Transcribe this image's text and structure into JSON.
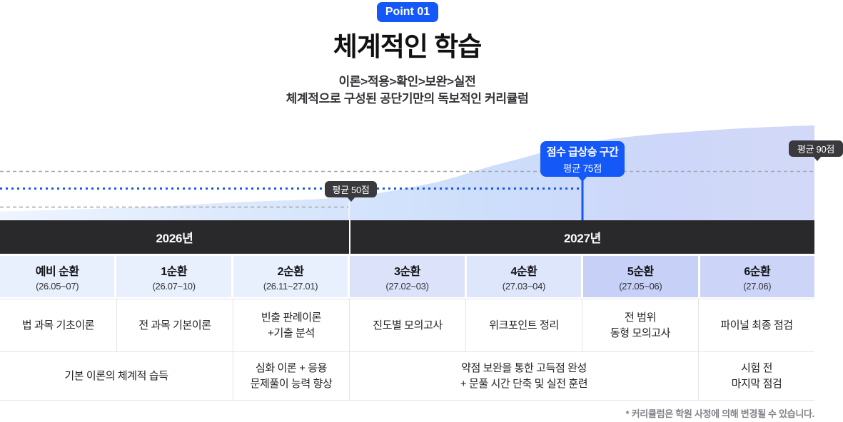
{
  "header": {
    "badge": "Point 01",
    "title": "체계적인 학습",
    "subtitle1": "이론>적용>확인>보완>실전",
    "subtitle2": "체계적으로 구성된 공단기만의 독보적인 커리큘럼"
  },
  "chart": {
    "tooltip_avg50": "평균 50점",
    "tooltip_surge_line1": "점수 급상승 구간",
    "tooltip_surge_line2": "평균 75점",
    "tooltip_avg90": "평균 90점"
  },
  "chart_data": {
    "type": "area",
    "x": [
      "예비 순환",
      "1순환",
      "2순환",
      "3순환",
      "4순환",
      "5순환",
      "6순환"
    ],
    "milestones": [
      {
        "label": "평균 50점",
        "value": 50
      },
      {
        "label": "점수 급상승 구간 평균 75점",
        "value": 75
      },
      {
        "label": "평균 90점",
        "value": 90
      }
    ],
    "legend_position": "none",
    "grid": "dashed reference lines at 50/75/90"
  },
  "years": [
    {
      "label": "2026년"
    },
    {
      "label": "2027년"
    }
  ],
  "cycles": [
    {
      "name": "예비 순환",
      "date": "(26.05~07)",
      "bg": "#e8f0fd"
    },
    {
      "name": "1순환",
      "date": "(26.07~10)",
      "bg": "#e8f0fd"
    },
    {
      "name": "2순환",
      "date": "(26.11~27.01)",
      "bg": "#e8f0fd"
    },
    {
      "name": "3순환",
      "date": "(27.02~03)",
      "bg": "#dce2fa"
    },
    {
      "name": "4순환",
      "date": "(27.03~04)",
      "bg": "#dde6fb"
    },
    {
      "name": "5순환",
      "date": "(27.05~06)",
      "bg": "#c7d1f7"
    },
    {
      "name": "6순환",
      "date": "(27.06)",
      "bg": "#ccd5f8"
    }
  ],
  "courses": [
    {
      "line1": "법 과목 기초이론",
      "line2": ""
    },
    {
      "line1": "전 과목 기본이론",
      "line2": ""
    },
    {
      "line1": "빈출 판례이론",
      "line2": "+기출 분석"
    },
    {
      "line1": "진도별 모의고사",
      "line2": ""
    },
    {
      "line1": "위크포인트 정리",
      "line2": ""
    },
    {
      "line1": "전 범위",
      "line2": "동형 모의고사"
    },
    {
      "line1": "파이널 최종 점검",
      "line2": ""
    }
  ],
  "goals": [
    {
      "line1": "기본 이론의 체계적 습득",
      "line2": ""
    },
    {
      "line1": "심화 이론 + 응용",
      "line2": "문제풀이 능력 향상"
    },
    {
      "line1": "약점 보완을 통한 고득점 완성",
      "line2": "+ 문풀 시간 단축 및 실전 훈련"
    },
    {
      "line1": "시험 전",
      "line2": "마지막 점검"
    }
  ],
  "footer": {
    "note": "* 커리큘럼은 학원 사정에 의해 변경될 수 있습니다."
  },
  "colors": {
    "accent_blue": "#1558f8",
    "dark_tooltip": "#3a3a3e",
    "year_band": "#29292b",
    "curve_gradient_left": "#eef5fe",
    "curve_gradient_right": "#d3d8f8"
  }
}
